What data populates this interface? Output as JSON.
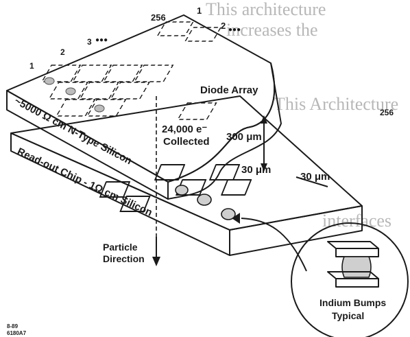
{
  "background_text": [
    "This architecture",
    "increases the",
    "This Architecture",
    "interfaces"
  ],
  "labels": {
    "diode_array": "Diode Array",
    "n_type_silicon": "~5000 Ω cm N-Type Silicon",
    "readout_chip": "Read-out Chip - 1Ω cm Silicon",
    "charge": "24,000 e⁻",
    "collected": "Collected",
    "thickness": "300 μm",
    "pitch_1": "30 μm",
    "pitch_2": "30 μm",
    "particle_1": "Particle",
    "particle_2": "Direction",
    "indium_1": "Indium Bumps",
    "indium_2": "Typical",
    "num_256_top": "256",
    "num_256_right": "256",
    "col_1": "1",
    "col_2": "2",
    "col_3": "3",
    "row_1": "1",
    "row_2": "2",
    "dots": "●●●",
    "fig_code_1": "8-89",
    "fig_code_2": "6180A7"
  }
}
